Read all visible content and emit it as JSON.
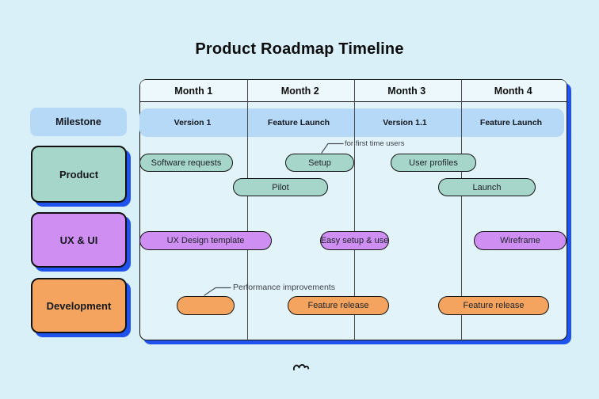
{
  "title": "Product Roadmap Timeline",
  "table": {
    "months": [
      "Month 1",
      "Month 2",
      "Month 3",
      "Month 4"
    ]
  },
  "sidebar": {
    "milestone_label": "Milestone",
    "categories": [
      "Product",
      "UX & UI",
      "Development"
    ]
  },
  "milestones": [
    "Version 1",
    "Feature Launch",
    "Version 1.1",
    "Feature Launch"
  ],
  "pills": {
    "product": {
      "software_requests": "Software requests",
      "setup": "Setup",
      "user_profiles": "User profiles",
      "pilot": "Pilot",
      "launch": "Launch"
    },
    "ux_ui": {
      "ux_design_template": "UX Design template",
      "easy_setup_use": "Easy setup & use",
      "wireframe": "Wireframe"
    },
    "development": {
      "unlabeled": "",
      "feature_release_1": "Feature release",
      "feature_release_2": "Feature release"
    }
  },
  "annotations": {
    "setup_note": "for first time users",
    "dev_note": "Performance improvements"
  },
  "colors": {
    "background": "#d9f0f8",
    "milestone_blue": "#b6d9f8",
    "teal": "#a6d6c9",
    "purple": "#cf8ef2",
    "orange": "#f4a45e",
    "shadow_blue": "#2053ee",
    "border": "#111111"
  },
  "logo_name": "miro-logo"
}
